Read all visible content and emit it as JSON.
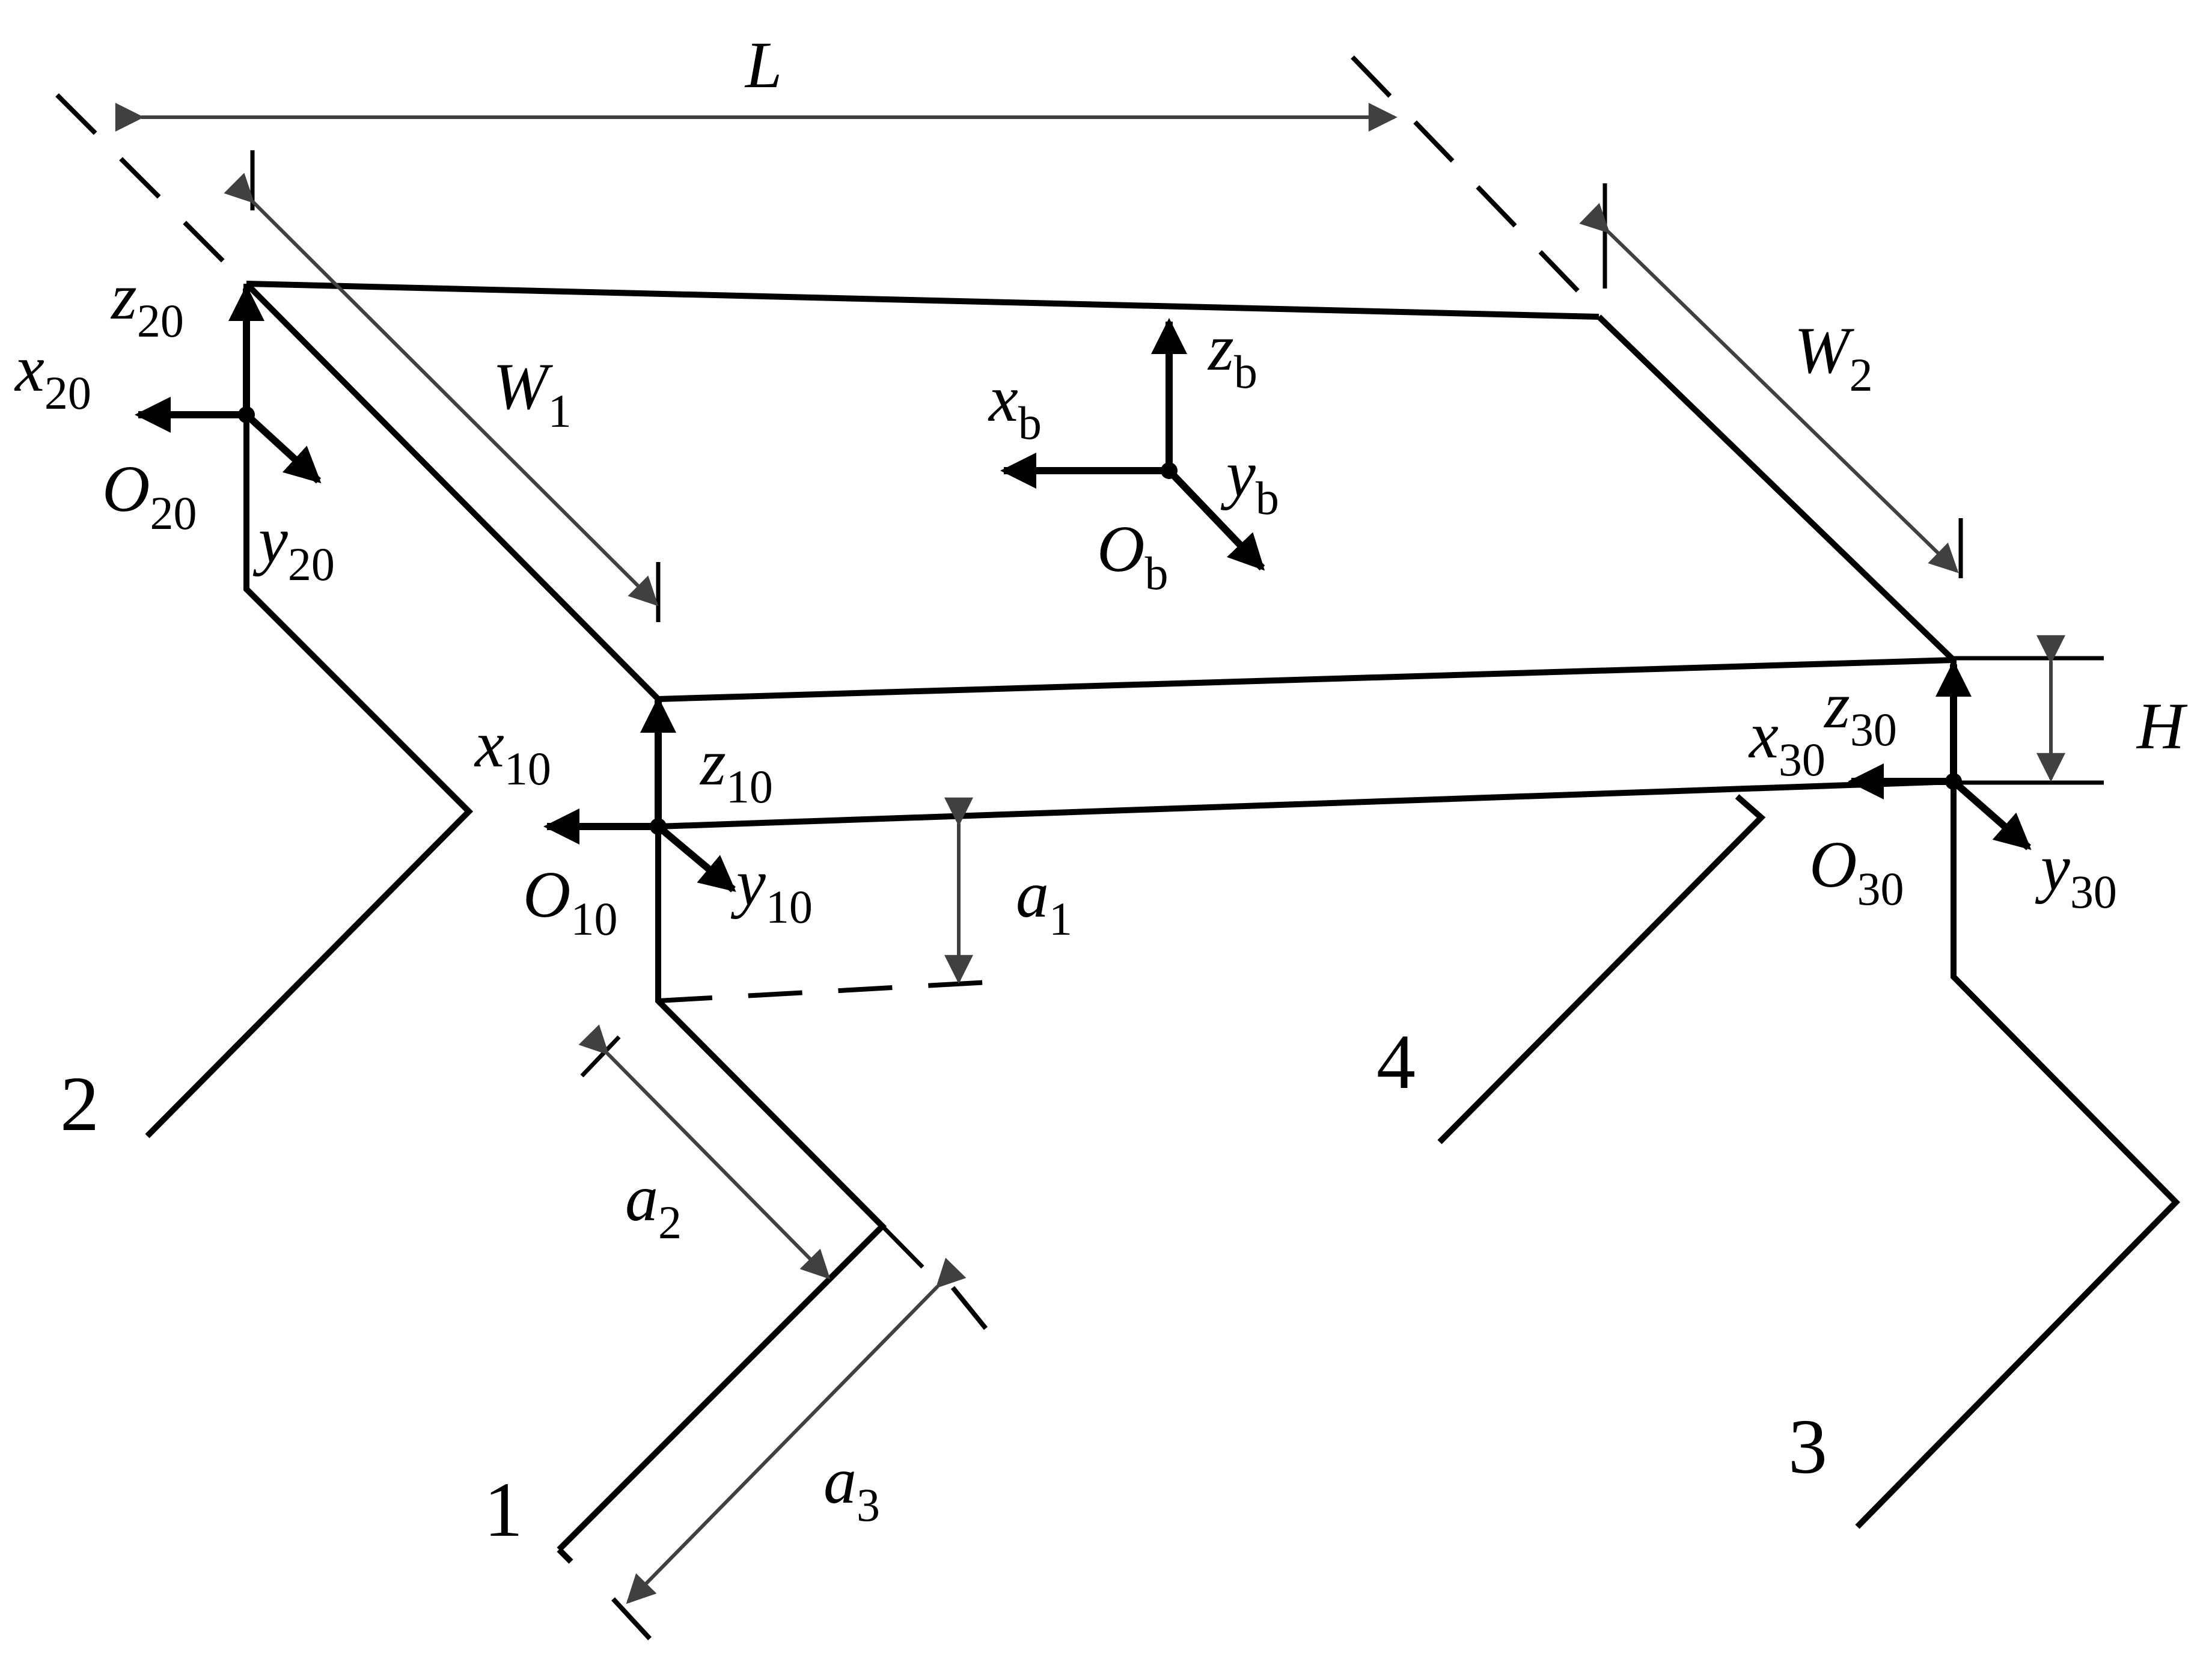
{
  "labels": {
    "L": "L",
    "W1": {
      "main": "W",
      "sub": "1"
    },
    "W2": {
      "main": "W",
      "sub": "2"
    },
    "H": "H",
    "a1": {
      "main": "a",
      "sub": "1"
    },
    "a2": {
      "main": "a",
      "sub": "2"
    },
    "a3": {
      "main": "a",
      "sub": "3"
    }
  },
  "frames": {
    "body": {
      "x": {
        "main": "x",
        "sub": "b"
      },
      "y": {
        "main": "y",
        "sub": "b"
      },
      "z": {
        "main": "z",
        "sub": "b"
      },
      "o": {
        "main": "O",
        "sub": "b"
      }
    },
    "leg1": {
      "x": {
        "main": "x",
        "sub": "10"
      },
      "y": {
        "main": "y",
        "sub": "10"
      },
      "z": {
        "main": "z",
        "sub": "10"
      },
      "o": {
        "main": "O",
        "sub": "10"
      }
    },
    "leg2": {
      "x": {
        "main": "x",
        "sub": "20"
      },
      "y": {
        "main": "y",
        "sub": "20"
      },
      "z": {
        "main": "z",
        "sub": "20"
      },
      "o": {
        "main": "O",
        "sub": "20"
      }
    },
    "leg3": {
      "x": {
        "main": "x",
        "sub": "30"
      },
      "y": {
        "main": "y",
        "sub": "30"
      },
      "z": {
        "main": "z",
        "sub": "30"
      },
      "o": {
        "main": "O",
        "sub": "30"
      }
    }
  },
  "legs": {
    "leg1": "1",
    "leg2": "2",
    "leg3": "3",
    "leg4": "4"
  },
  "colors": {
    "line": "#000000",
    "dimension": "#404040"
  }
}
